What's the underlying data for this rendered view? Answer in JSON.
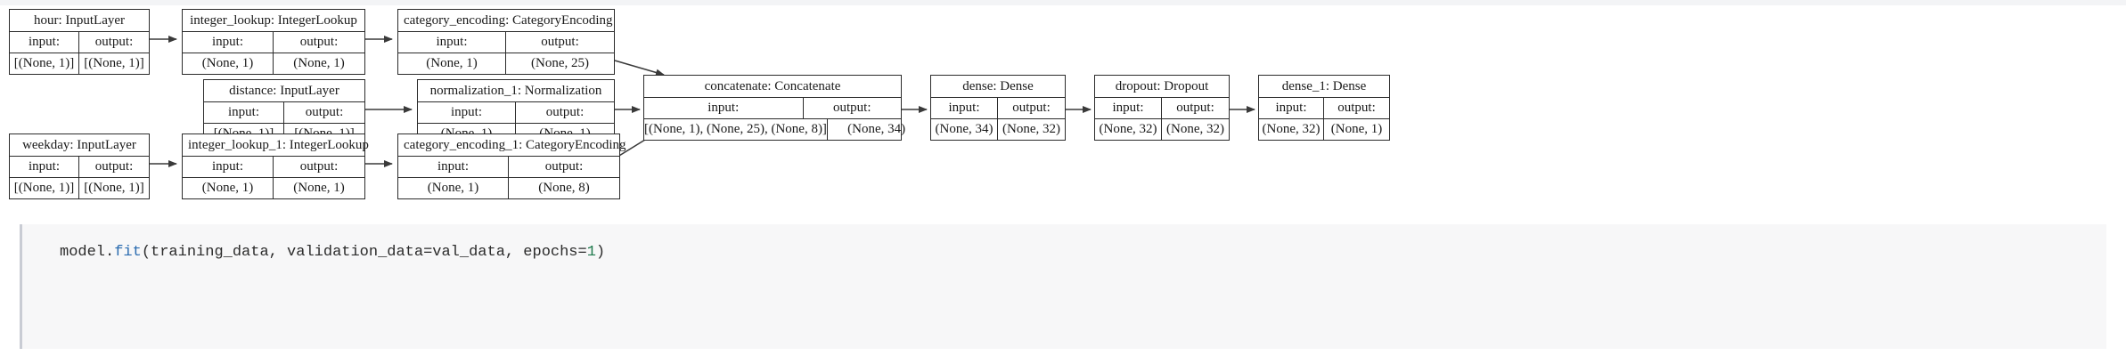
{
  "diagram": {
    "type": "keras-model-plot",
    "title": "",
    "nodes": [
      {
        "id": "hour",
        "name": "hour: InputLayer",
        "in_label": "input:",
        "out_label": "output:",
        "in_shape": "[(None, 1)]",
        "out_shape": "[(None, 1)]"
      },
      {
        "id": "integer_lookup",
        "name": "integer_lookup: IntegerLookup",
        "in_label": "input:",
        "out_label": "output:",
        "in_shape": "(None, 1)",
        "out_shape": "(None, 1)"
      },
      {
        "id": "category_encoding",
        "name": "category_encoding: CategoryEncoding",
        "in_label": "input:",
        "out_label": "output:",
        "in_shape": "(None, 1)",
        "out_shape": "(None, 25)"
      },
      {
        "id": "distance",
        "name": "distance: InputLayer",
        "in_label": "input:",
        "out_label": "output:",
        "in_shape": "[(None, 1)]",
        "out_shape": "[(None, 1)]"
      },
      {
        "id": "normalization_1",
        "name": "normalization_1: Normalization",
        "in_label": "input:",
        "out_label": "output:",
        "in_shape": "(None, 1)",
        "out_shape": "(None, 1)"
      },
      {
        "id": "weekday",
        "name": "weekday: InputLayer",
        "in_label": "input:",
        "out_label": "output:",
        "in_shape": "[(None, 1)]",
        "out_shape": "[(None, 1)]"
      },
      {
        "id": "integer_lookup_1",
        "name": "integer_lookup_1: IntegerLookup",
        "in_label": "input:",
        "out_label": "output:",
        "in_shape": "(None, 1)",
        "out_shape": "(None, 1)"
      },
      {
        "id": "category_encoding_1",
        "name": "category_encoding_1: CategoryEncoding",
        "in_label": "input:",
        "out_label": "output:",
        "in_shape": "(None, 1)",
        "out_shape": "(None, 8)"
      },
      {
        "id": "concatenate",
        "name": "concatenate: Concatenate",
        "in_label": "input:",
        "out_label": "output:",
        "in_shape": "[(None, 1), (None, 25), (None, 8)]",
        "out_shape": "(None, 34)"
      },
      {
        "id": "dense",
        "name": "dense: Dense",
        "in_label": "input:",
        "out_label": "output:",
        "in_shape": "(None, 34)",
        "out_shape": "(None, 32)"
      },
      {
        "id": "dropout",
        "name": "dropout: Dropout",
        "in_label": "input:",
        "out_label": "output:",
        "in_shape": "(None, 32)",
        "out_shape": "(None, 32)"
      },
      {
        "id": "dense_1",
        "name": "dense_1: Dense",
        "in_label": "input:",
        "out_label": "output:",
        "in_shape": "(None, 32)",
        "out_shape": "(None, 1)"
      }
    ],
    "edges": [
      {
        "from": "hour",
        "to": "integer_lookup"
      },
      {
        "from": "integer_lookup",
        "to": "category_encoding"
      },
      {
        "from": "category_encoding",
        "to": "concatenate"
      },
      {
        "from": "distance",
        "to": "normalization_1"
      },
      {
        "from": "normalization_1",
        "to": "concatenate"
      },
      {
        "from": "weekday",
        "to": "integer_lookup_1"
      },
      {
        "from": "integer_lookup_1",
        "to": "category_encoding_1"
      },
      {
        "from": "category_encoding_1",
        "to": "concatenate"
      },
      {
        "from": "concatenate",
        "to": "dense"
      },
      {
        "from": "dense",
        "to": "dropout"
      },
      {
        "from": "dropout",
        "to": "dense_1"
      }
    ],
    "colors": {
      "node_border": "#2b2b2b",
      "node_fill": "#ffffff",
      "edge": "#3a3a3a",
      "canvas": "#ffffff"
    }
  },
  "code_cell": {
    "tokens": [
      {
        "text": "model",
        "kind": "plain"
      },
      {
        "text": ".",
        "kind": "plain"
      },
      {
        "text": "fit",
        "kind": "fn"
      },
      {
        "text": "(training_data, validation_data=val_data, epochs=",
        "kind": "plain"
      },
      {
        "text": "1",
        "kind": "num"
      },
      {
        "text": ")",
        "kind": "plain"
      }
    ],
    "full_text": "model.fit(training_data, validation_data=val_data, epochs=1)"
  }
}
